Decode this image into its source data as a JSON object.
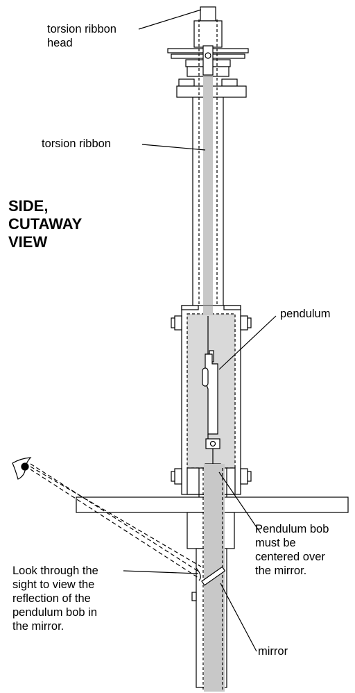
{
  "title": [
    "SIDE,",
    "CUTAWAY",
    "VIEW"
  ],
  "labels": {
    "torsion_ribbon_head": [
      "torsion ribbon",
      "head"
    ],
    "torsion_ribbon": "torsion ribbon",
    "pendulum": "pendulum",
    "pendulum_bob": [
      "Pendulum bob",
      "must be",
      "centered over",
      "the mirror."
    ],
    "look_through": [
      "Look through the",
      "sight to view the",
      "reflection of the",
      "pendulum bob in",
      "the mirror."
    ],
    "mirror": "mirror"
  }
}
